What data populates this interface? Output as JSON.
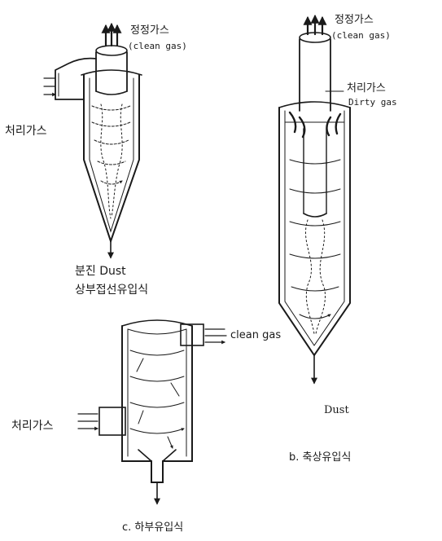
{
  "colors": {
    "ink": "#1a1a1a",
    "background": "#ffffff"
  },
  "diagram_a": {
    "clean_gas_ko": "정정가스",
    "clean_gas_en": "(clean gas)",
    "dirty_gas_ko": "처리가스",
    "dust": "분진 Dust",
    "caption": "상부접선유입식"
  },
  "diagram_b": {
    "clean_gas_ko": "정정가스",
    "clean_gas_en": "(clean gas)",
    "dirty_gas_ko": "처리가스",
    "dirty_gas_en": "Dirty gas",
    "dust": "Dust",
    "caption": "b. 축상유입식"
  },
  "diagram_c": {
    "clean_gas_en": "clean gas",
    "dirty_gas_ko": "처리가스",
    "caption": "c. 하부유입식"
  }
}
